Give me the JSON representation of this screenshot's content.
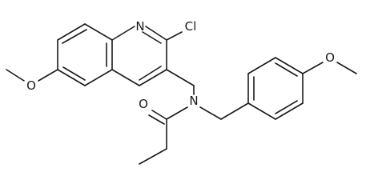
{
  "atom_labels": {
    "ring_nitrogen": "N",
    "chloro": "Cl",
    "quinoline_methoxy_oxygen": "O",
    "amide_nitrogen": "N",
    "carbonyl_oxygen": "O",
    "benzyl_methoxy_oxygen": "O"
  },
  "colors": {
    "bond": "#1a1a1a",
    "label": "#1a1a1a",
    "background": "#ffffff"
  }
}
